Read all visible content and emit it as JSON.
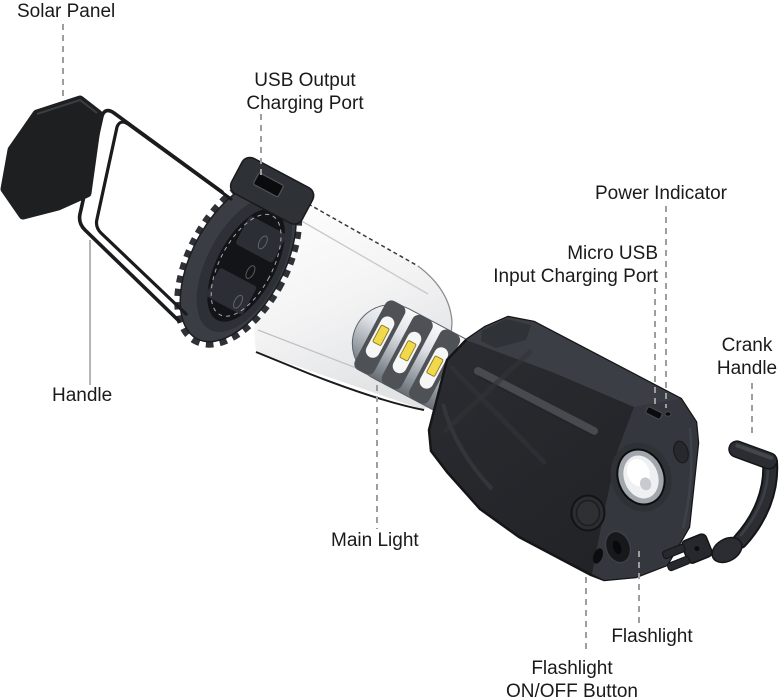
{
  "figure": {
    "type": "product-annotation-diagram",
    "subject": "Solar camping lantern flashlight exploded parts view",
    "background": "#ffffff",
    "label_color": "#1a1a1a",
    "leader_dashed_color": "#9e9e9e",
    "leader_solid_color": "#b5b5b5",
    "device_black": "#26282c",
    "device_gray": "#3a3d43",
    "globe_white": "#fafafa",
    "column_silver": "#c7cbd0",
    "led_yellow": "#f2d94b",
    "labels": {
      "solar_panel": {
        "lines": [
          "Solar Panel"
        ]
      },
      "usb_output": {
        "lines": [
          "USB Output",
          "Charging Port"
        ]
      },
      "power_indicator": {
        "lines": [
          "Power Indicator"
        ]
      },
      "micro_usb": {
        "lines": [
          "Micro USB",
          "Input Charging Port"
        ]
      },
      "crank_handle": {
        "lines": [
          "Crank",
          "Handle"
        ]
      },
      "handle": {
        "lines": [
          "Handle"
        ]
      },
      "main_light": {
        "lines": [
          "Main Light"
        ]
      },
      "flashlight": {
        "lines": [
          "Flashlight"
        ]
      },
      "flashlight_onoff": {
        "lines": [
          "Flashlight",
          "ON/OFF Button"
        ]
      }
    }
  }
}
